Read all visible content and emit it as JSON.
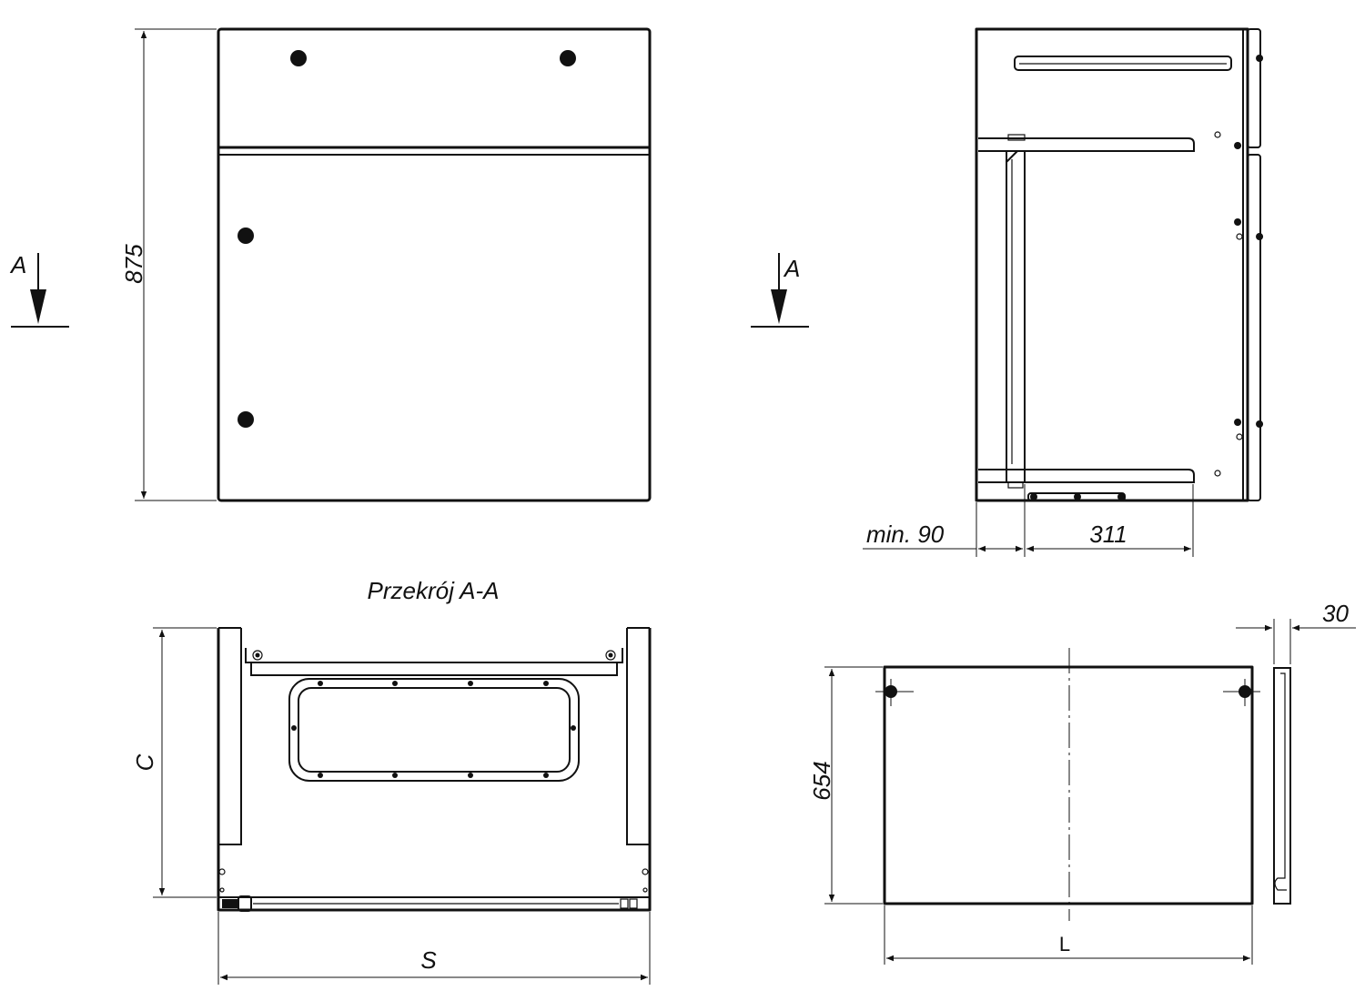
{
  "labels": {
    "front_height": "875",
    "section_arrow_left": "A",
    "section_arrow_right": "A",
    "min_clearance": "min.  90",
    "side_depth": "311",
    "section_title": "Przekrój A-A",
    "section_depth": "C",
    "section_width": "S",
    "panel_height": "654",
    "panel_length": "L",
    "panel_thickness": "30"
  }
}
